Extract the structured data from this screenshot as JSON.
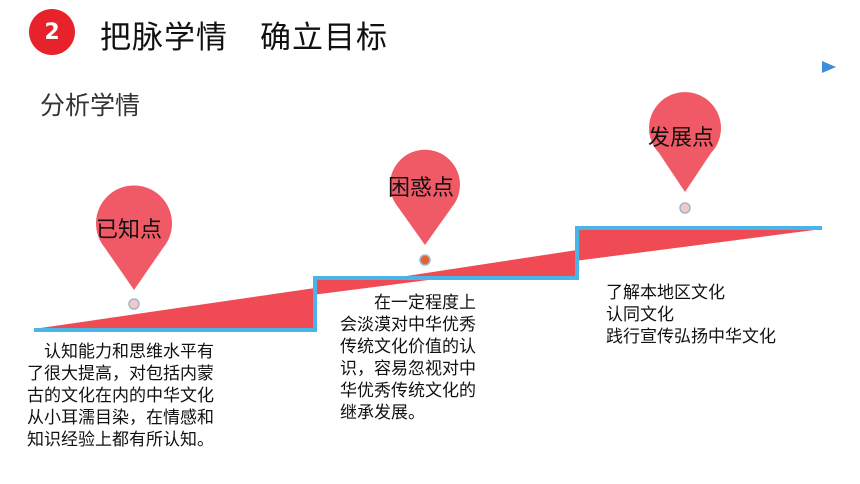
{
  "section": {
    "number": "2",
    "title": "把脉学情　确立目标"
  },
  "subtitle": "分析学情",
  "accent_colors": {
    "badge": "#e8222a",
    "pin": "#f05a66",
    "step_fill": "#f04a55",
    "step_outline": "#4ab4e6",
    "arrow_gradient": [
      "#e8222a",
      "#f5a623",
      "#7ac943",
      "#3a8fd8"
    ]
  },
  "stages": [
    {
      "label": "已知点",
      "description": "　认知能力和思维水平有\n了很大提高，对包括内蒙\n古的文化在内的中华文化\n从小耳濡目染，在情感和\n知识经验上都有所认知。"
    },
    {
      "label": "困惑点",
      "description": "　　在一定程度上\n会淡漠对中华优秀\n传统文化价值的认\n识，容易忽视对中\n华优秀传统文化的\n继承发展。"
    },
    {
      "label": "发展点",
      "description": "了解本地区文化\n认同文化\n践行宣传弘扬中华文化"
    }
  ]
}
